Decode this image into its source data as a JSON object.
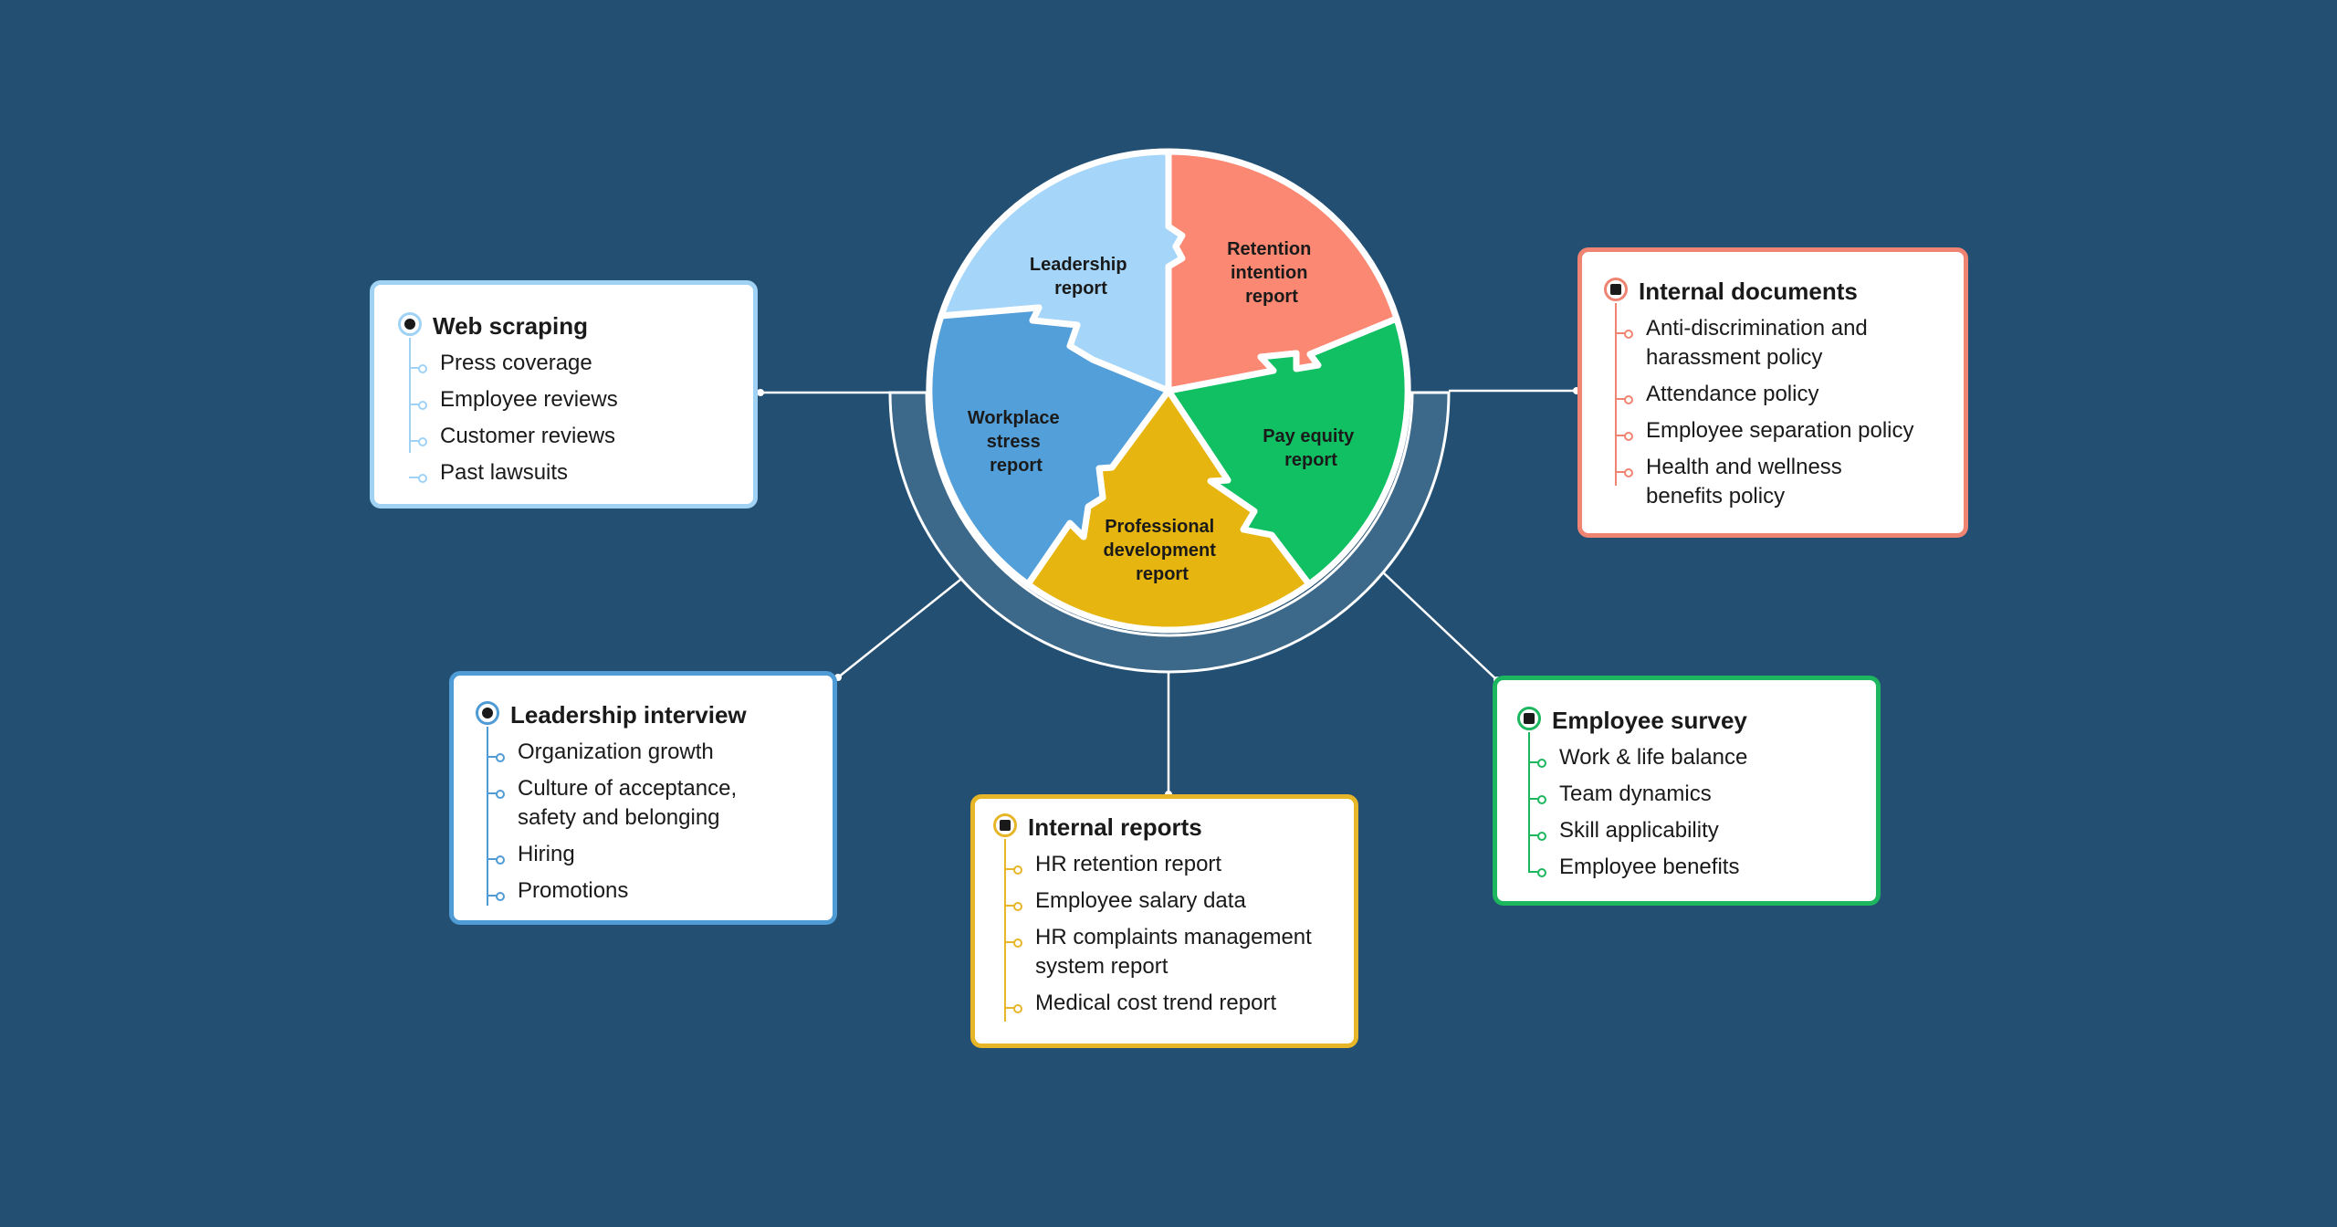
{
  "colors": {
    "background": "#234f72",
    "leadership_report": "#a5d6f9",
    "retention_report": "#fb8873",
    "pay_equity_report": "#10c063",
    "professional_development_report": "#e6b50f",
    "workplace_stress_report": "#539fd9",
    "web_scraping": "#9fd2f5",
    "internal_documents": "#f08472",
    "leadership_interview": "#4f9bd5",
    "internal_reports": "#e7b628",
    "employee_survey": "#1cb65e"
  },
  "wheel": {
    "segments": [
      {
        "id": "leadership-report",
        "label_lines": [
          "Leadership",
          "report"
        ]
      },
      {
        "id": "retention-intention-report",
        "label_lines": [
          "Retention",
          "intention",
          "report"
        ]
      },
      {
        "id": "pay-equity-report",
        "label_lines": [
          "Pay equity",
          "report"
        ]
      },
      {
        "id": "professional-development-report",
        "label_lines": [
          "Professional",
          "development",
          "report"
        ]
      },
      {
        "id": "workplace-stress-report",
        "label_lines": [
          "Workplace",
          "stress",
          "report"
        ]
      }
    ]
  },
  "cards": {
    "web_scraping": {
      "icon": "globe-icon",
      "title": "Web scraping",
      "items": [
        "Press coverage",
        "Employee reviews",
        "Customer reviews",
        "Past lawsuits"
      ]
    },
    "internal_documents": {
      "icon": "document-icon",
      "title": "Internal documents",
      "items": [
        "Anti-discrimination and harassment policy",
        "Attendance policy",
        "Employee separation policy",
        "Health and wellness benefits policy"
      ]
    },
    "leadership_interview": {
      "icon": "chat-bubble-icon",
      "title": "Leadership interview",
      "items": [
        "Organization growth",
        "Culture of acceptance, safety and belonging",
        "Hiring",
        "Promotions"
      ]
    },
    "internal_reports": {
      "icon": "report-icon",
      "title": "Internal reports",
      "items": [
        "HR retention report",
        "Employee salary data",
        "HR complaints management system report",
        "Medical cost trend report"
      ]
    },
    "employee_survey": {
      "icon": "calculator-icon",
      "title": "Employee survey",
      "items": [
        "Work & life balance",
        "Team dynamics",
        "Skill applicability",
        "Employee benefits"
      ]
    }
  }
}
